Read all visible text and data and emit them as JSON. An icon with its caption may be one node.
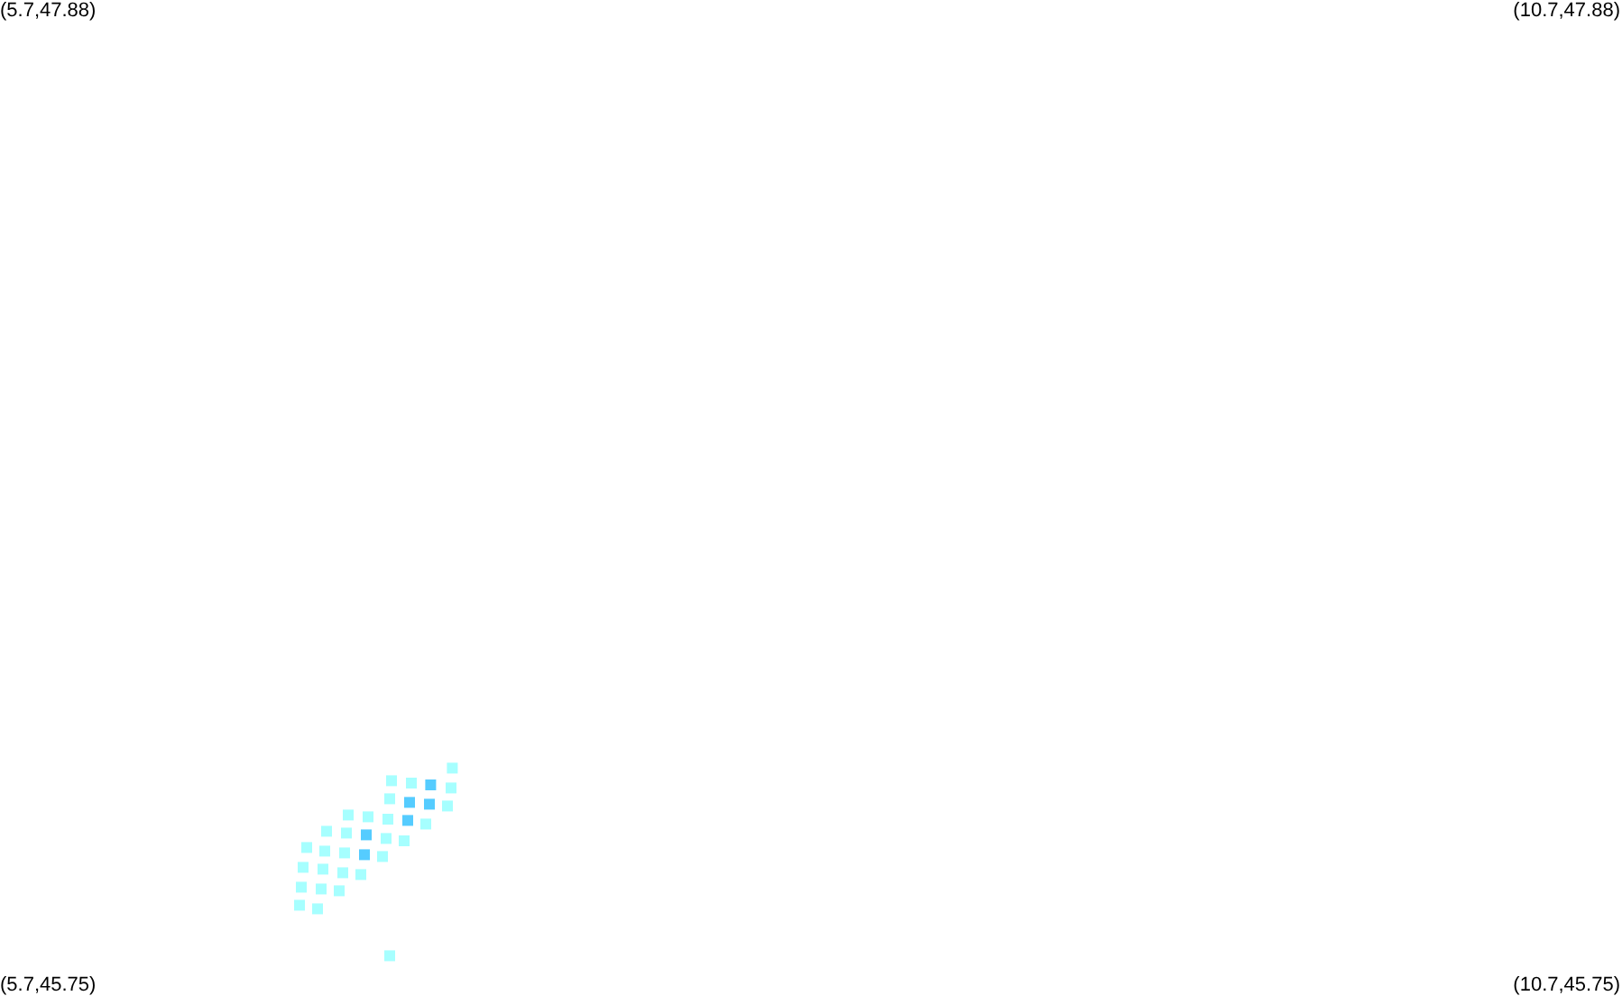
{
  "diagram": {
    "labels": [
      "(5.7,47.88)",
      "(10.7,47.88)",
      "(5.7,45.75)",
      "(10.7,45.75)"
    ]
  }
}
